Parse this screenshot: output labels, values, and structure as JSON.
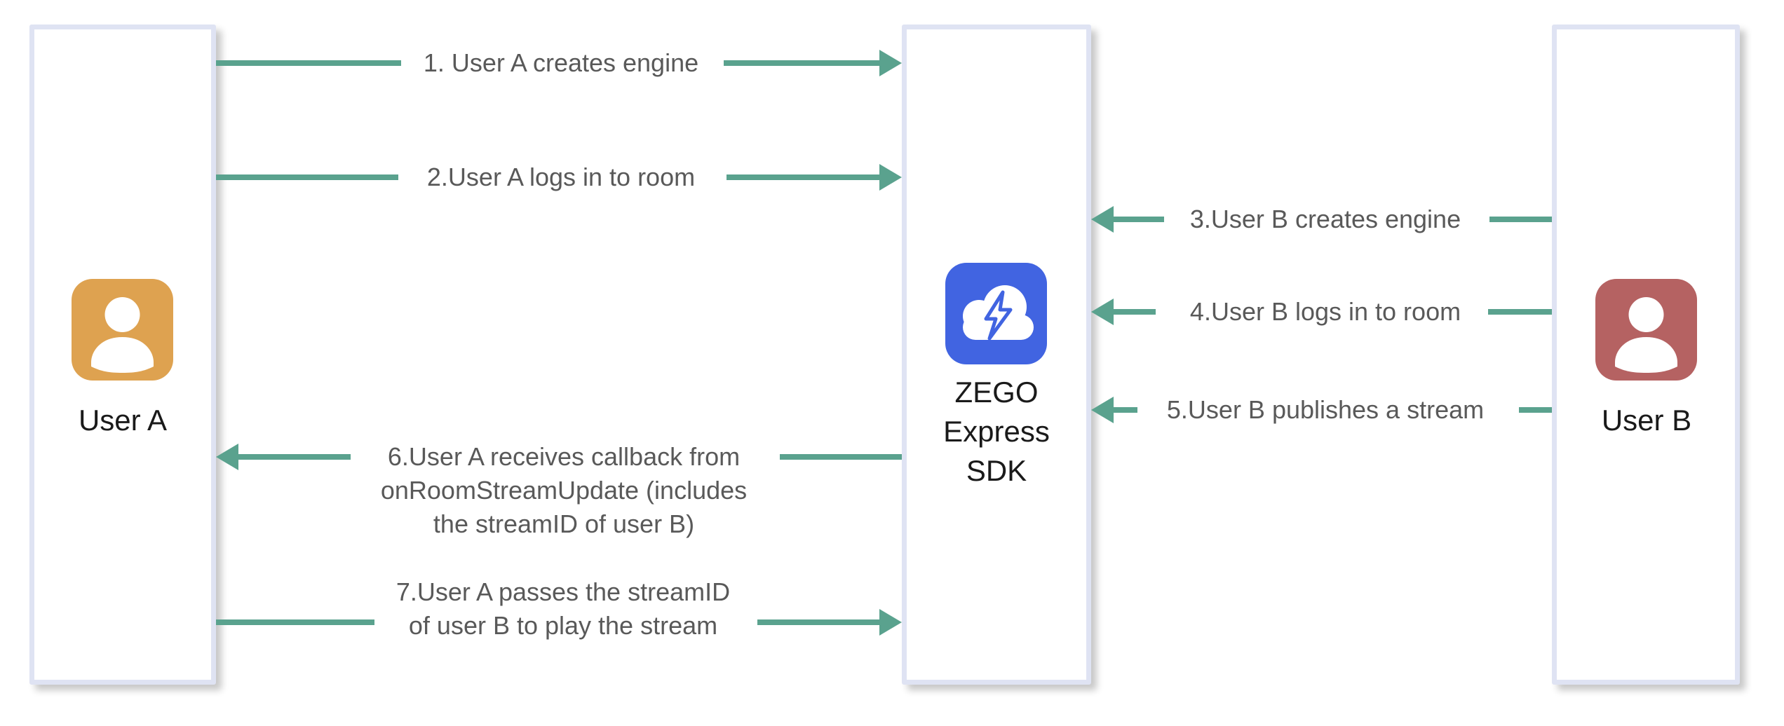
{
  "title": "ZEGO Express SDK publish/play stream flow",
  "entities": {
    "user_a": {
      "label": "User A",
      "icon": "person-icon",
      "color": "#dea250"
    },
    "sdk": {
      "lines": [
        "ZEGO",
        "Express",
        "SDK"
      ],
      "icon": "cloud-lightning-icon",
      "color": "#4164e1"
    },
    "user_b": {
      "label": "User B",
      "icon": "person-icon",
      "color": "#b56262"
    }
  },
  "messages": {
    "m1": {
      "text": "1. User A creates engine",
      "from": "User A",
      "to": "ZEGO Express SDK",
      "direction": "right"
    },
    "m2": {
      "text": "2.User A logs in to room",
      "from": "User A",
      "to": "ZEGO Express SDK",
      "direction": "right"
    },
    "m3": {
      "text": "3.User B creates engine",
      "from": "User B",
      "to": "ZEGO Express SDK",
      "direction": "left"
    },
    "m4": {
      "text": "4.User B logs in to room",
      "from": "User B",
      "to": "ZEGO Express SDK",
      "direction": "left"
    },
    "m5": {
      "text": "5.User B publishes a stream",
      "from": "User B",
      "to": "ZEGO Express SDK",
      "direction": "left"
    },
    "m6": {
      "lines": [
        "6.User A receives callback from",
        "onRoomStreamUpdate (includes",
        "the streamID of user B)"
      ],
      "from": "ZEGO Express SDK",
      "to": "User A",
      "direction": "left"
    },
    "m7": {
      "lines": [
        "7.User A passes the streamID",
        "of user B to play the stream"
      ],
      "from": "User A",
      "to": "ZEGO Express SDK",
      "direction": "right"
    }
  },
  "colors": {
    "arrow": "#5aa28e",
    "label_text": "#595959",
    "entity_text": "#1a1a1a",
    "box_border": "#dfe3f3",
    "user_a": "#dea250",
    "user_b": "#b56262",
    "sdk_blue": "#4164e1",
    "glyph": "#ffffff",
    "bg": "#ffffff"
  }
}
